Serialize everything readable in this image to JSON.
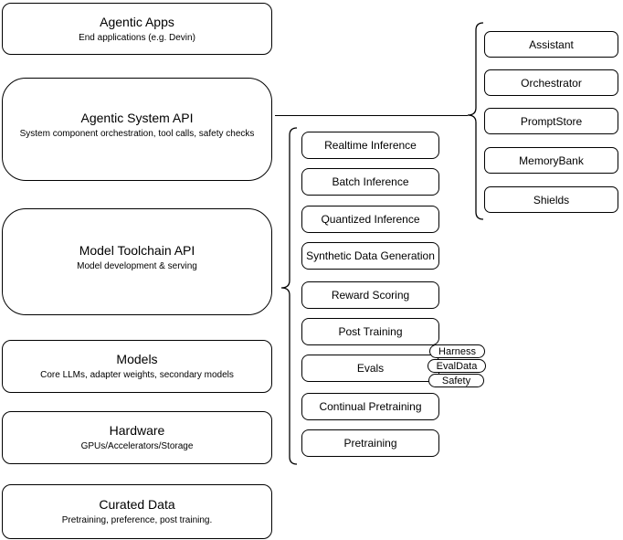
{
  "diagram": {
    "left_column": {
      "boxes": [
        {
          "title": "Agentic Apps",
          "subtitle": "End applications (e.g. Devin)"
        },
        {
          "title": "Agentic System API",
          "subtitle": "System component orchestration, tool calls, safety checks"
        },
        {
          "title": "Model Toolchain API",
          "subtitle": "Model development & serving"
        },
        {
          "title": "Models",
          "subtitle": "Core LLMs, adapter weights, secondary models"
        },
        {
          "title": "Hardware",
          "subtitle": "GPUs/Accelerators/Storage"
        },
        {
          "title": "Curated Data",
          "subtitle": "Pretraining, preference, post training."
        }
      ]
    },
    "middle_column": {
      "items": [
        {
          "label": "Realtime Inference"
        },
        {
          "label": "Batch Inference"
        },
        {
          "label": "Quantized Inference"
        },
        {
          "label": "Synthetic Data Generation"
        },
        {
          "label": "Reward Scoring"
        },
        {
          "label": "Post Training"
        },
        {
          "label": "Evals"
        },
        {
          "label": "Continual Pretraining"
        },
        {
          "label": "Pretraining"
        }
      ]
    },
    "eval_pills": [
      {
        "label": "Harness"
      },
      {
        "label": "EvalData"
      },
      {
        "label": "Safety"
      }
    ],
    "right_column": {
      "items": [
        {
          "label": "Assistant"
        },
        {
          "label": "Orchestrator"
        },
        {
          "label": "PromptStore"
        },
        {
          "label": "MemoryBank"
        },
        {
          "label": "Shields"
        }
      ]
    },
    "colors": {
      "border": "#000000",
      "background": "#ffffff",
      "text": "#000000"
    }
  }
}
